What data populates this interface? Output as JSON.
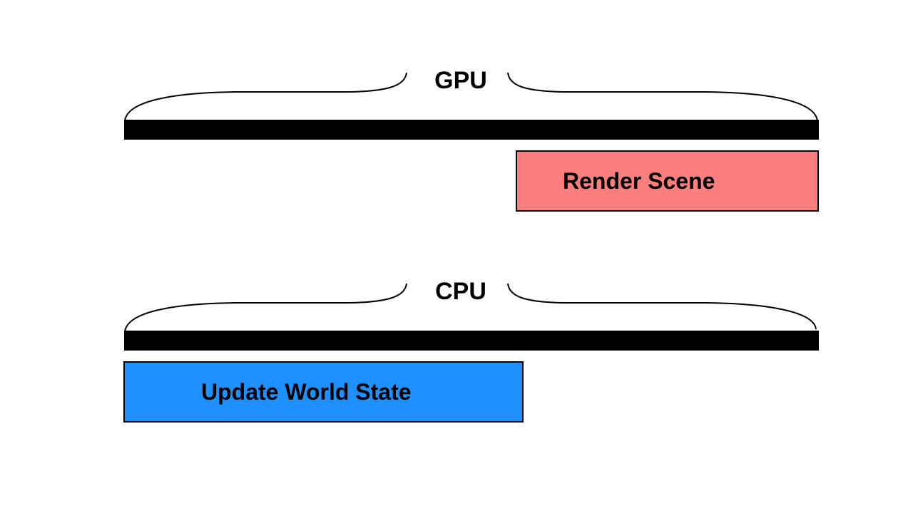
{
  "lanes": {
    "gpu": {
      "label": "GPU",
      "task": {
        "label": "Render Scene",
        "color": "#fd7f7d"
      }
    },
    "cpu": {
      "label": "CPU",
      "task": {
        "label": "Update World State",
        "color": "#1e90ff"
      }
    }
  },
  "colors": {
    "bar": "#000000",
    "background": "#ffffff"
  }
}
